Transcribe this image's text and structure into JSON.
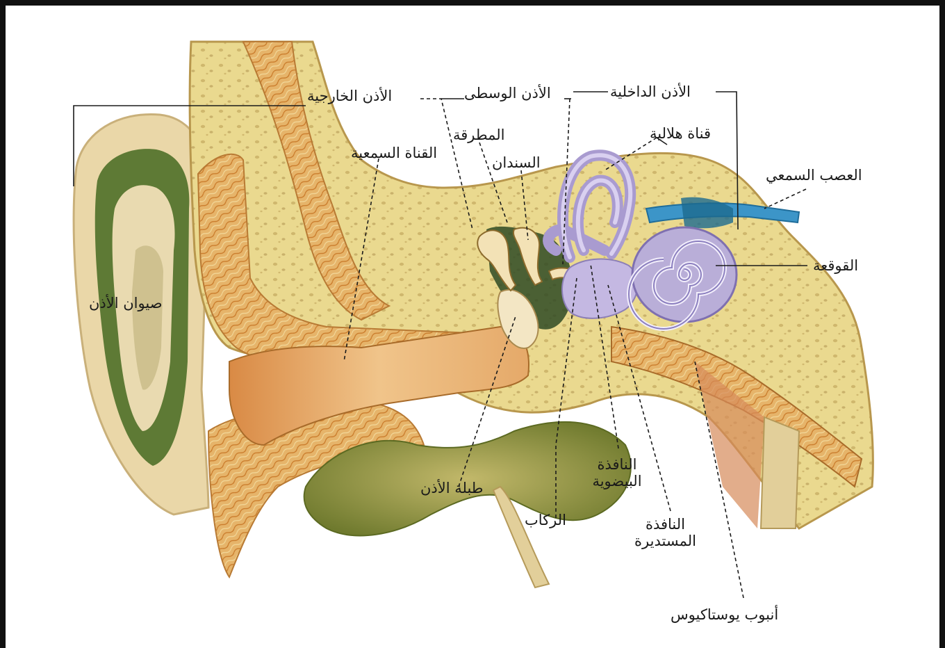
{
  "labels": {
    "outer_ear": "الأذن الخارجية",
    "middle_ear": "الأذن الوسطى",
    "inner_ear": "الأذن الداخلية",
    "semicircular_canal": "قناة هلالية",
    "malleus": "المطرقة",
    "ear_canal": "القناة السمعية",
    "incus": "السندان",
    "auditory_nerve": "العصب السمعي",
    "cochlea": "القوقعة",
    "pinna": "صيوان الأذن",
    "eardrum": "طبلة الأذن",
    "oval_window_1": "النافذة",
    "oval_window_2": "البيضوية",
    "stapes": "الركاب",
    "round_window_1": "النافذة",
    "round_window_2": "المستديرة",
    "eustachian_tube": "أنبوب يوستاكيوس"
  },
  "colors": {
    "frame": "#111111",
    "bone": "#e9d590",
    "skin": "#ead7a8",
    "cartilage_green": "#4f6f2a",
    "canal_orange": "#e0a061",
    "cochlea": "#b9aed8",
    "nerve": "#3c95c8",
    "leader_line": "#1a1a1a"
  }
}
